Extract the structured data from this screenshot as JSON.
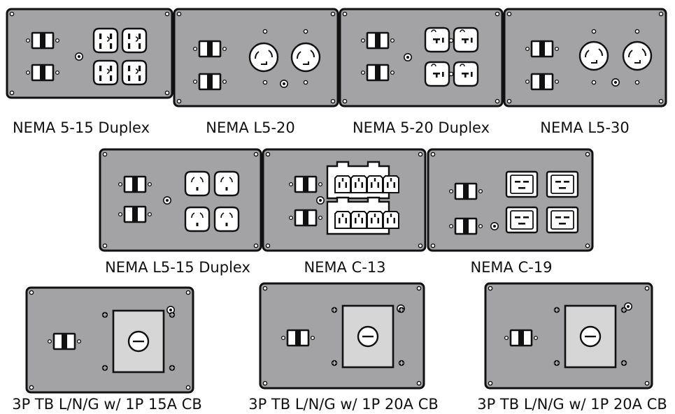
{
  "panels": [
    {
      "label": "NEMA 5-15 Duplex"
    },
    {
      "label": "NEMA L5-20"
    },
    {
      "label": "NEMA 5-20 Duplex"
    },
    {
      "label": "NEMA L5-30"
    },
    {
      "label": "NEMA L5-15 Duplex"
    },
    {
      "label": "NEMA C-13"
    },
    {
      "label": "NEMA C-19"
    },
    {
      "label": "3P TB L/N/G w/ 1P 15A CB"
    },
    {
      "label": "3P TB L/N/G w/ 1P 20A CB"
    },
    {
      "label": "3P TB L/N/G w/ 1P 20A CB"
    }
  ],
  "colors": {
    "plate": "#a3a3a5",
    "outline": "#111111",
    "socket_face": "#ffffff",
    "cb_box": "#d6d6d6"
  }
}
